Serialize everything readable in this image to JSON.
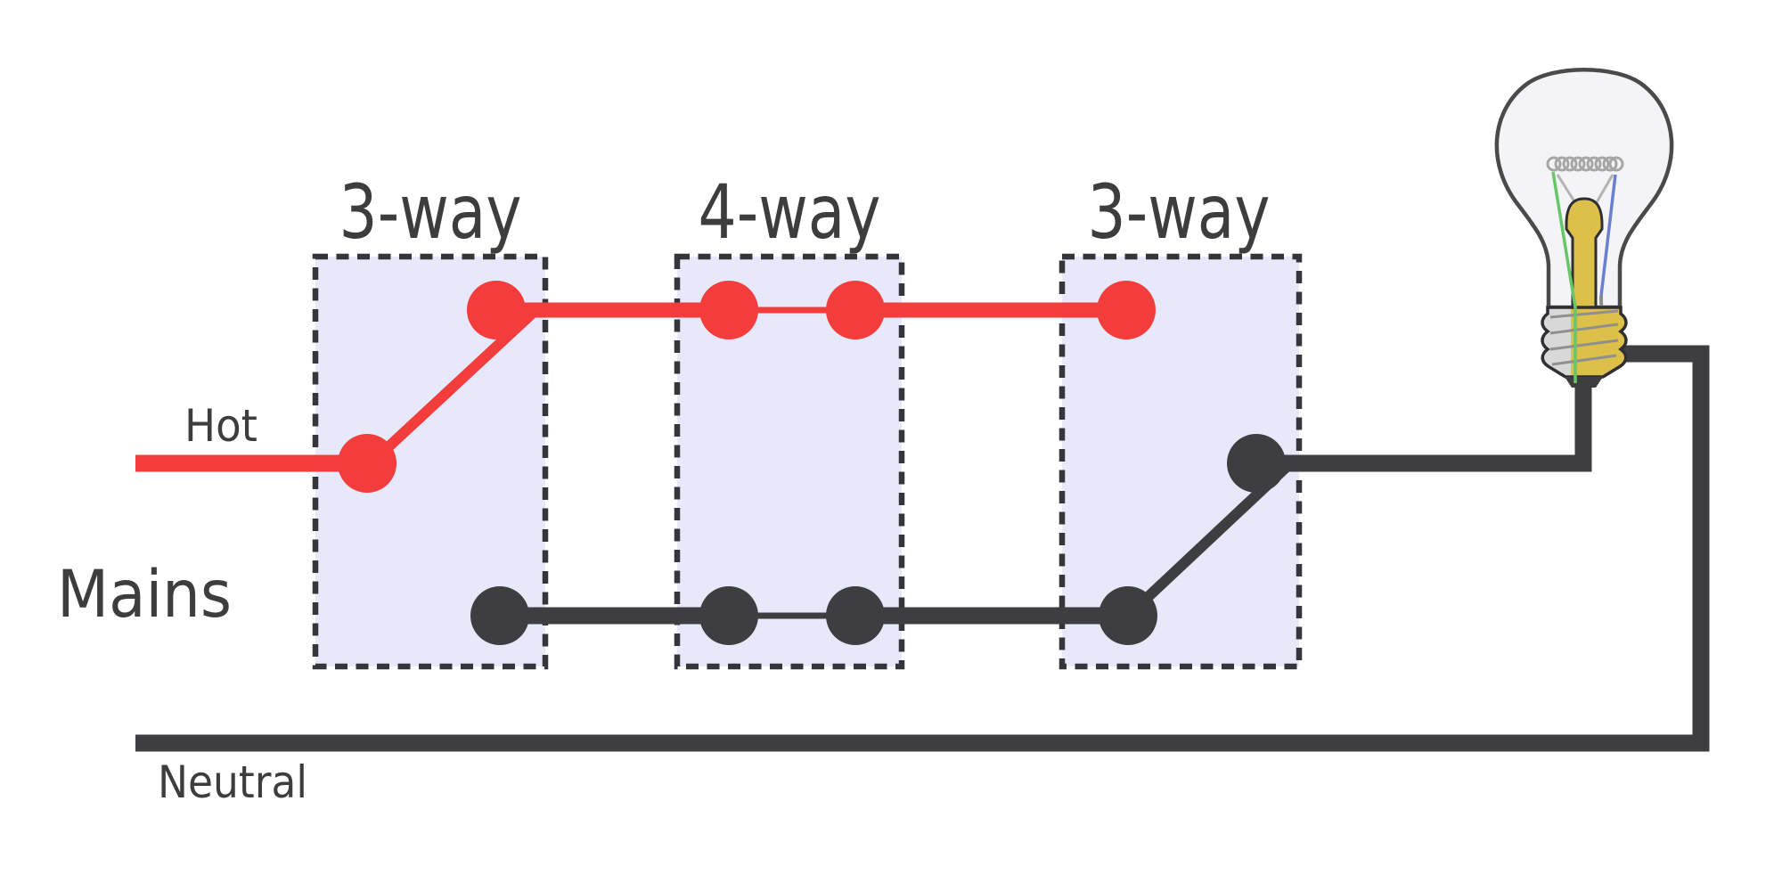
{
  "figure": {
    "kind": "electrical-wiring-diagram",
    "labels": {
      "mains": "Mains",
      "hot": "Hot",
      "neutral": "Neutral"
    },
    "switches": [
      {
        "label": "3-way"
      },
      {
        "label": "4-way"
      },
      {
        "label": "3-way"
      }
    ],
    "lamp": "incandescent-light-bulb",
    "colors": {
      "hot_wire": "#f33c3c",
      "neutral_wire": "#3e3e41",
      "label_text": "#3d3d3d",
      "switch_box_fill": "#e8e8fb",
      "switch_box_border": "#35363b",
      "bulb_glass": "#f4f4f6",
      "bulb_outline": "#4a4a4a",
      "bulb_gold": "#dcc04a",
      "bulb_dark": "#2f2f33",
      "base_gray": "#d8d8d8",
      "thread_line": "#8f8f8f",
      "filament_gray": "#a6a6a6",
      "support_gray": "#b3b3b3",
      "lead_green": "#67c667",
      "lead_blue": "#6b7fd0",
      "lead_gray": "#8a8a8a"
    }
  }
}
